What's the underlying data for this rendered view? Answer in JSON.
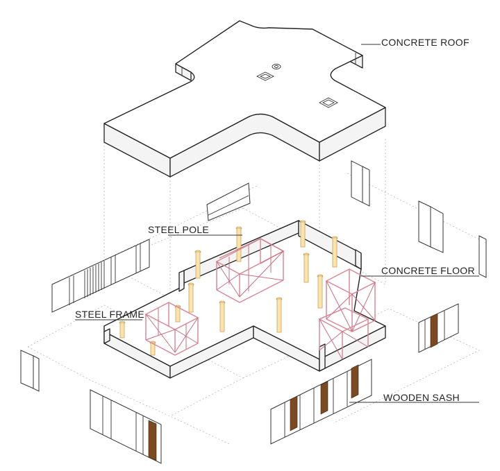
{
  "labels": {
    "concrete_roof": "CONCRETE ROOF",
    "steel_pole": "STEEL POLE",
    "concrete_floor": "CONCRETE FLOOR",
    "steel_frame": "STEEL FRAME",
    "wooden_sash": "WOODEN SASH"
  },
  "colors": {
    "line": "#222222",
    "steel_frame": "#d98a97",
    "steel_pole": "#fbe3b0",
    "wooden_sash": "#7a4a22"
  }
}
